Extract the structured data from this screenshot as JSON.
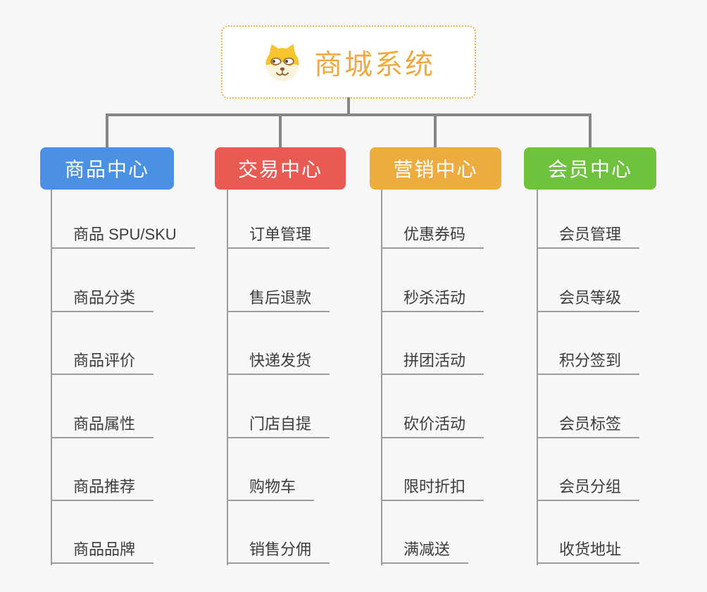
{
  "page": {
    "background": "#f7f7f7"
  },
  "root": {
    "title": "商城系统",
    "accent": "#f0a941",
    "border_color": "#f3b14f",
    "icon": "doge-icon"
  },
  "connector_color": "#868686",
  "leaf_line_color": "#9c9c9c",
  "leaf_text_color": "#3c3c3c",
  "branches": [
    {
      "label": "商品中心",
      "color": "#4a91e3",
      "items": [
        "商品 SPU/SKU",
        "商品分类",
        "商品评价",
        "商品属性",
        "商品推荐",
        "商品品牌"
      ]
    },
    {
      "label": "交易中心",
      "color": "#e85a52",
      "items": [
        "订单管理",
        "售后退款",
        "快递发货",
        "门店自提",
        "购物车",
        "销售分佣"
      ]
    },
    {
      "label": "营销中心",
      "color": "#edac40",
      "items": [
        "优惠券码",
        "秒杀活动",
        "拼团活动",
        "砍价活动",
        "限时折扣",
        "满减送"
      ]
    },
    {
      "label": "会员中心",
      "color": "#6fc23d",
      "items": [
        "会员管理",
        "会员等级",
        "积分签到",
        "会员标签",
        "会员分组",
        "收货地址"
      ]
    }
  ]
}
